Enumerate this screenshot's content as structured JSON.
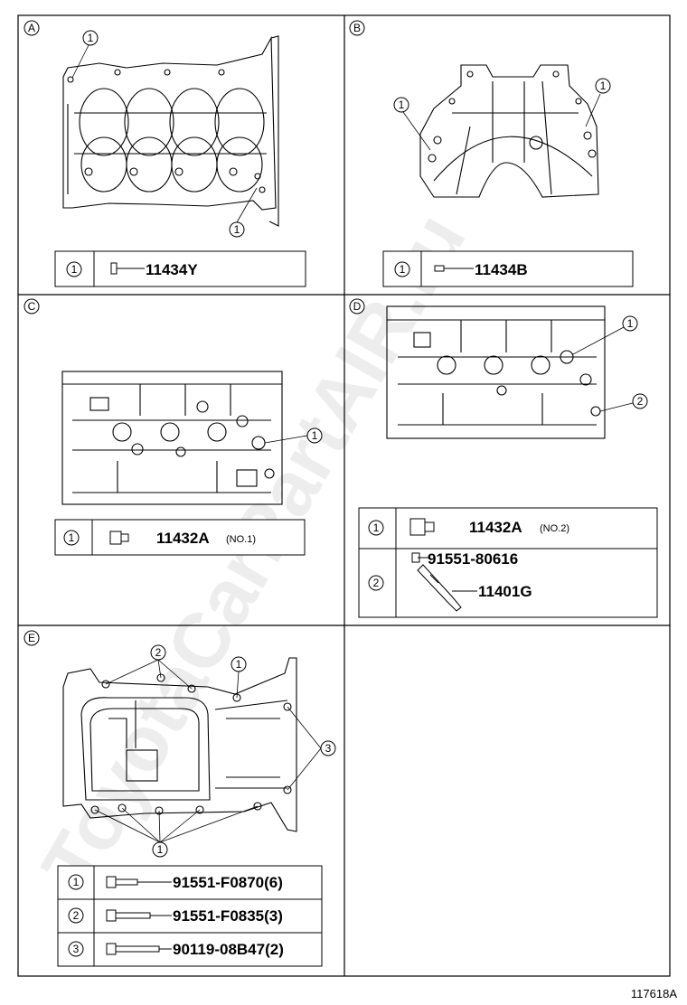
{
  "watermark": "ToyotaCarPartAIR.ru",
  "figure_id": "117618A",
  "panels": {
    "A": {
      "letter": "A",
      "callouts": [
        "1",
        "1"
      ],
      "table": [
        {
          "index": "1",
          "part": "11434Y",
          "note": ""
        }
      ]
    },
    "B": {
      "letter": "B",
      "callouts": [
        "1",
        "1"
      ],
      "table": [
        {
          "index": "1",
          "part": "11434B",
          "note": ""
        }
      ]
    },
    "C": {
      "letter": "C",
      "callouts": [
        "1"
      ],
      "table": [
        {
          "index": "1",
          "part": "11432A",
          "note": "(NO.1)"
        }
      ]
    },
    "D": {
      "letter": "D",
      "callouts": [
        "1",
        "2"
      ],
      "table": [
        {
          "index": "1",
          "part": "11432A",
          "note": "(NO.2)"
        },
        {
          "index": "2",
          "part": "91551-80616",
          "part2": "11401G",
          "note": ""
        }
      ]
    },
    "E": {
      "letter": "E",
      "callouts": [
        "2",
        "1",
        "3",
        "1"
      ],
      "table": [
        {
          "index": "1",
          "part": "91551-F0870(6)"
        },
        {
          "index": "2",
          "part": "91551-F0835(3)"
        },
        {
          "index": "3",
          "part": "90119-08B47(2)"
        }
      ]
    }
  }
}
